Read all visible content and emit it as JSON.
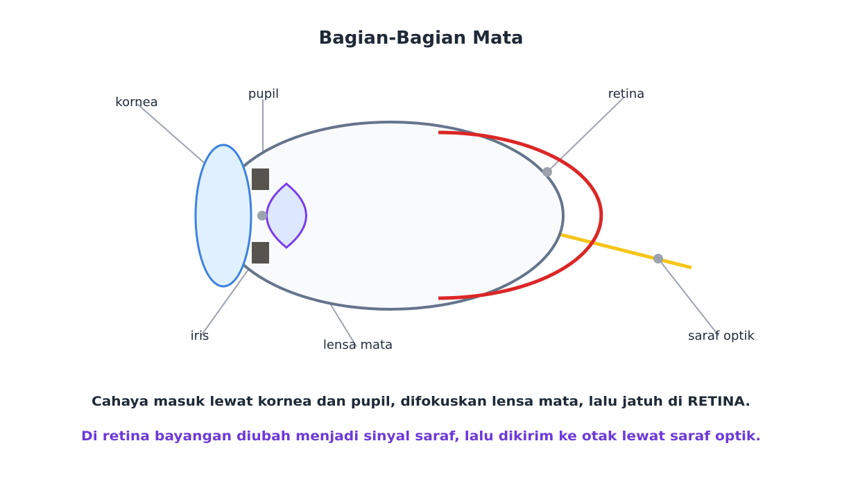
{
  "diagram": {
    "title": "Bagian-Bagian Mata",
    "labels": {
      "kornea": "kornea",
      "pupil": "pupil",
      "retina": "retina",
      "iris": "iris",
      "lensa": "lensa mata",
      "saraf": "saraf optik"
    },
    "captions": {
      "line1": "Cahaya masuk lewat kornea dan pupil, difokuskan lensa mata, lalu jatuh di RETINA.",
      "line2": "Di retina bayangan diubah menjadi sinyal saraf, lalu dikirim ke otak lewat saraf optik."
    },
    "colors": {
      "eyeball_fill": "#f8fafc",
      "eyeball_stroke": "#64748b",
      "cornea_fill": "#e0f0ff",
      "cornea_stroke": "#3b82e0",
      "retina": "#dc2626",
      "lens_fill": "#dde8ff",
      "lens_stroke": "#7c3aed",
      "iris": "#57534e",
      "optic_nerve": "#f5c518",
      "leader_line": "#9ca3af",
      "caption_accent": "#6d3ad8"
    }
  }
}
